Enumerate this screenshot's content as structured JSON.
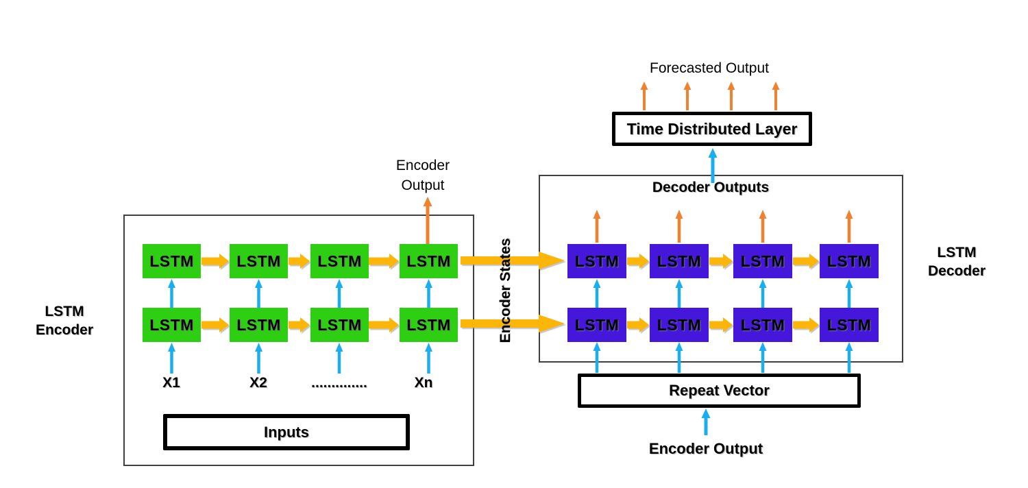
{
  "colors": {
    "green": "#2ECE13",
    "purple": "#4517DB",
    "yellow": "#FCB60A",
    "orange": "#F0812F",
    "cyan": "#1BAEEF",
    "box_border": "#3F3F3F",
    "thick_border": "#000000"
  },
  "encoder": {
    "side_label": {
      "line1": "LSTM",
      "line2": "Encoder"
    },
    "cell_label": "LSTM",
    "inputs_box_label": "Inputs",
    "input_labels": [
      "X1",
      "X2",
      "..............",
      "Xn"
    ],
    "output_label": {
      "line1": "Encoder",
      "line2": "Output"
    }
  },
  "bridge": {
    "encoder_states_label": "Encoder States"
  },
  "decoder": {
    "side_label": {
      "line1": "LSTM",
      "line2": "Decoder"
    },
    "title": "Decoder Outputs",
    "cell_label": "LSTM",
    "repeat_vector_label": "Repeat Vector",
    "encoder_output_label": "Encoder Output",
    "time_distributed_label": "Time Distributed Layer",
    "forecasted_output_label": "Forecasted Output"
  }
}
